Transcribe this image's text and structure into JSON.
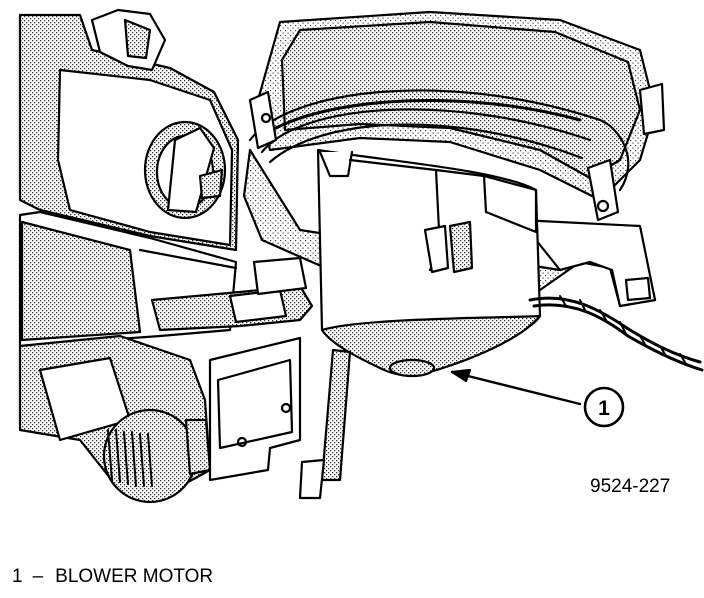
{
  "figure": {
    "id_label": "9524-227",
    "callouts": [
      {
        "number": "1"
      }
    ]
  },
  "legend": {
    "items": [
      {
        "number": "1",
        "separator": "–",
        "label": "BLOWER MOTOR"
      }
    ]
  },
  "colors": {
    "line": "#000000",
    "background": "#ffffff",
    "shade": "#9a9a9a"
  }
}
